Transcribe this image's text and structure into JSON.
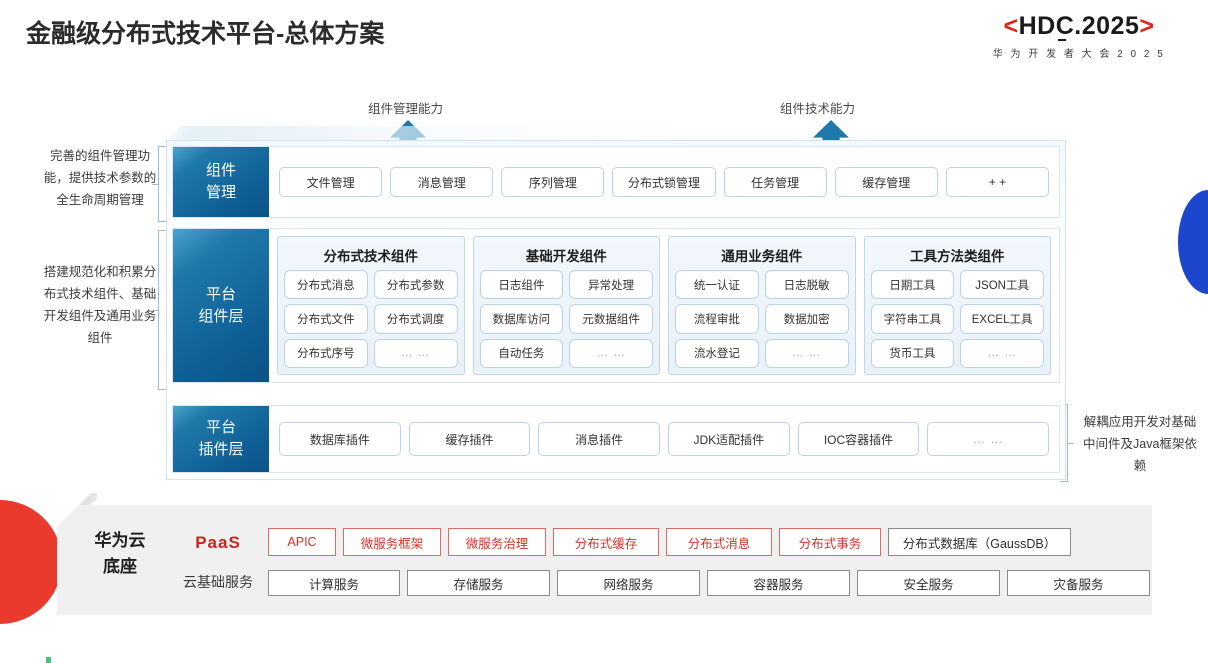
{
  "header": {
    "title": "金融级分布式技术平台-总体方案",
    "logo_bracket_left": "<",
    "logo_main_pre": "HD",
    "logo_main_underlined": "C",
    "logo_main_post": ".2025",
    "logo_bracket_right": ">",
    "logo_subtitle": "华 为 开 发 者 大 会 2 0 2 5"
  },
  "arrows": [
    {
      "label": "组件管理能力"
    },
    {
      "label": "组件技术能力"
    }
  ],
  "side_notes": {
    "left_top": "完善的组件管理功能，提供技术参数的全生命周期管理",
    "left_bottom": "搭建规范化和积累分布式技术组件、基础开发组件及通用业务组件",
    "right": "解耦应用开发对基础中间件及Java框架依赖"
  },
  "rows": {
    "management": {
      "label_line1": "组件",
      "label_line2": "管理",
      "items": [
        "文件管理",
        "消息管理",
        "序列管理",
        "分布式锁管理",
        "任务管理",
        "缓存管理",
        "+ +"
      ]
    },
    "component_layer": {
      "label_line1": "平台",
      "label_line2": "组件层",
      "groups": [
        {
          "title": "分布式技术组件",
          "cells": [
            "分布式消息",
            "分布式参数",
            "分布式文件",
            "分布式调度",
            "分布式序号",
            "… …"
          ]
        },
        {
          "title": "基础开发组件",
          "cells": [
            "日志组件",
            "异常处理",
            "数据库访问",
            "元数据组件",
            "自动任务",
            "… …"
          ]
        },
        {
          "title": "通用业务组件",
          "cells": [
            "统一认证",
            "日志脱敏",
            "流程审批",
            "数据加密",
            "流水登记",
            "… …"
          ]
        },
        {
          "title": "工具方法类组件",
          "cells": [
            "日期工具",
            "JSON工具",
            "字符串工具",
            "EXCEL工具",
            "货币工具",
            "… …"
          ]
        }
      ]
    },
    "plugin_layer": {
      "label_line1": "平台",
      "label_line2": "插件层",
      "items": [
        "数据库插件",
        "缓存插件",
        "消息插件",
        "JDK适配插件",
        "IOC容器插件",
        "… …"
      ]
    }
  },
  "base": {
    "title_line1": "华为云",
    "title_line2": "底座",
    "paas_label": "PaaS",
    "cloud_label": "云基础服务",
    "paas_items": [
      {
        "label": "APIC",
        "style": "red",
        "width": 68
      },
      {
        "label": "微服务框架",
        "style": "red",
        "width": 98
      },
      {
        "label": "微服务治理",
        "style": "red",
        "width": 98
      },
      {
        "label": "分布式缓存",
        "style": "red",
        "width": 106
      },
      {
        "label": "分布式消息",
        "style": "red",
        "width": 106
      },
      {
        "label": "分布式事务",
        "style": "red",
        "width": 102
      },
      {
        "label": "分布式数据库（GaussDB）",
        "style": "gray",
        "width": 183
      }
    ],
    "cloud_items": [
      {
        "label": "计算服务",
        "width": 132
      },
      {
        "label": "存储服务",
        "width": 143
      },
      {
        "label": "网络服务",
        "width": 143
      },
      {
        "label": "容器服务",
        "width": 143
      },
      {
        "label": "安全服务",
        "width": 143
      },
      {
        "label": "灾备服务",
        "width": 143
      }
    ]
  },
  "colors": {
    "brand_red": "#e1251b",
    "blue_label": "#1f79aa",
    "arrow_blue": "#1f79aa",
    "base_gray": "#f0f0f0",
    "chip_border": "#b9d4e6"
  }
}
